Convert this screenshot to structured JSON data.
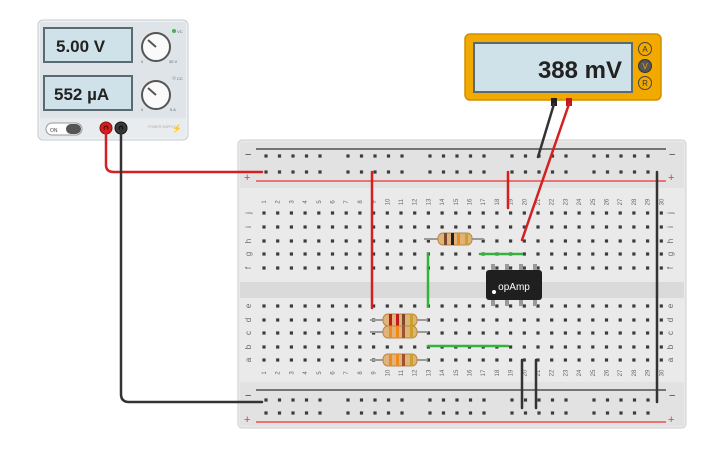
{
  "power_supply": {
    "voltage_display": "5.00 V",
    "current_display": "552 µA",
    "voltage_knob_min": "0",
    "voltage_knob_max": "30 V",
    "current_knob_min": "0",
    "current_knob_max": "5 A",
    "voltage_indicator": "VC",
    "current_indicator": "CC",
    "switch_label": "ON",
    "brand_text": "POWER SUPPLY",
    "colors": {
      "body": "#e8ecef",
      "panel": "#d3d9de",
      "screen": "#cfe2ea",
      "positive": "#d41f1f",
      "negative": "#333333"
    }
  },
  "multimeter": {
    "reading": "388 mV",
    "modes": [
      "A",
      "V",
      "R"
    ],
    "active_mode": "V",
    "colors": {
      "frame": "#f2a900",
      "screen": "#cfe2ea",
      "active": "#e59e00"
    }
  },
  "breadboard": {
    "column_numbers": [
      "1",
      "2",
      "3",
      "4",
      "5",
      "6",
      "7",
      "8",
      "9",
      "10",
      "11",
      "12",
      "13",
      "14",
      "15",
      "16",
      "17",
      "18",
      "19",
      "20",
      "21",
      "22",
      "23",
      "24",
      "25",
      "26",
      "27",
      "28",
      "29",
      "30"
    ],
    "upper_rows": [
      "j",
      "i",
      "h",
      "g",
      "f"
    ],
    "lower_rows": [
      "e",
      "d",
      "c",
      "b",
      "a"
    ],
    "rail_minus": "−",
    "rail_plus": "+"
  },
  "chip": {
    "label": "opAmp"
  },
  "wire_colors": {
    "red": "#d42020",
    "black": "#333333",
    "green": "#33b33c"
  }
}
